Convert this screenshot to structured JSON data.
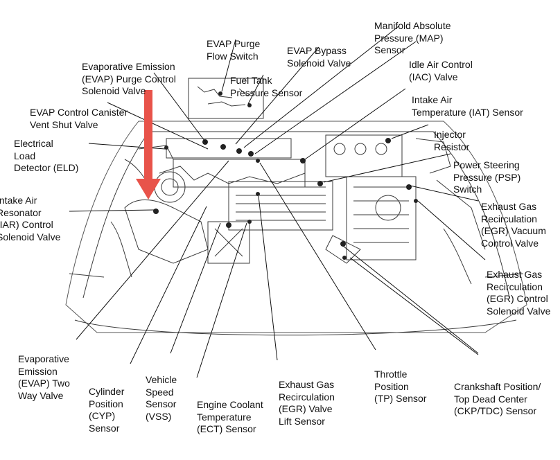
{
  "labels": {
    "evap_purge_flow_switch": [
      "EVAP Purge",
      "Flow Switch"
    ],
    "evap_bypass_solenoid": [
      "EVAP Bypass",
      "Solenoid Valve"
    ],
    "map_sensor": [
      "Manifold Absolute",
      "Pressure (MAP)",
      "Sensor"
    ],
    "evap_purge_control_solenoid": [
      "Evaporative Emission",
      "(EVAP) Purge Control",
      "Solenoid Valve"
    ],
    "fuel_tank_pressure_sensor": [
      "Fuel Tank",
      "Pressure Sensor"
    ],
    "iac_valve": [
      "Idle Air Control",
      "(IAC) Valve"
    ],
    "iat_sensor": [
      "Intake Air",
      "Temperature (IAT) Sensor"
    ],
    "evap_canister_vent": [
      "EVAP Control Canister",
      "Vent Shut Valve"
    ],
    "injector_resistor": [
      "Injector",
      "Resistor"
    ],
    "eld": [
      "Electrical",
      "Load",
      "Detector (ELD)"
    ],
    "psp_switch": [
      "Power Steering",
      "Pressure (PSP)",
      "Switch"
    ],
    "iar_solenoid": [
      "Intake Air",
      "Resonator",
      "(IAR) Control",
      "Solenoid Valve"
    ],
    "egr_vacuum_control": [
      "Exhaust Gas",
      "Recirculation",
      "(EGR) Vacuum",
      "Control Valve"
    ],
    "egr_control_solenoid": [
      "Exhaust Gas",
      "Recirculation",
      "(EGR) Control",
      "Solenoid Valve"
    ],
    "evap_two_way": [
      "Evaporative",
      "Emission",
      "(EVAP) Two",
      "Way Valve"
    ],
    "cyp_sensor": [
      "Cylinder",
      "Position",
      "(CYP)",
      "Sensor"
    ],
    "vss": [
      "Vehicle",
      "Speed",
      "Sensor",
      "(VSS)"
    ],
    "ect_sensor": [
      "Engine Coolant",
      "Temperature",
      "(ECT) Sensor"
    ],
    "egr_lift_sensor": [
      "Exhaust Gas",
      "Recirculation",
      "(EGR) Valve",
      "Lift Sensor"
    ],
    "tp_sensor": [
      "Throttle",
      "Position",
      "(TP) Sensor"
    ],
    "ckp_tdc_sensor": [
      "Crankshaft Position/",
      "Top Dead Center",
      "(CKP/TDC) Sensor"
    ]
  },
  "colors": {
    "arrow": "#e8534a",
    "ink": "#111111",
    "drawing": "#333333"
  }
}
